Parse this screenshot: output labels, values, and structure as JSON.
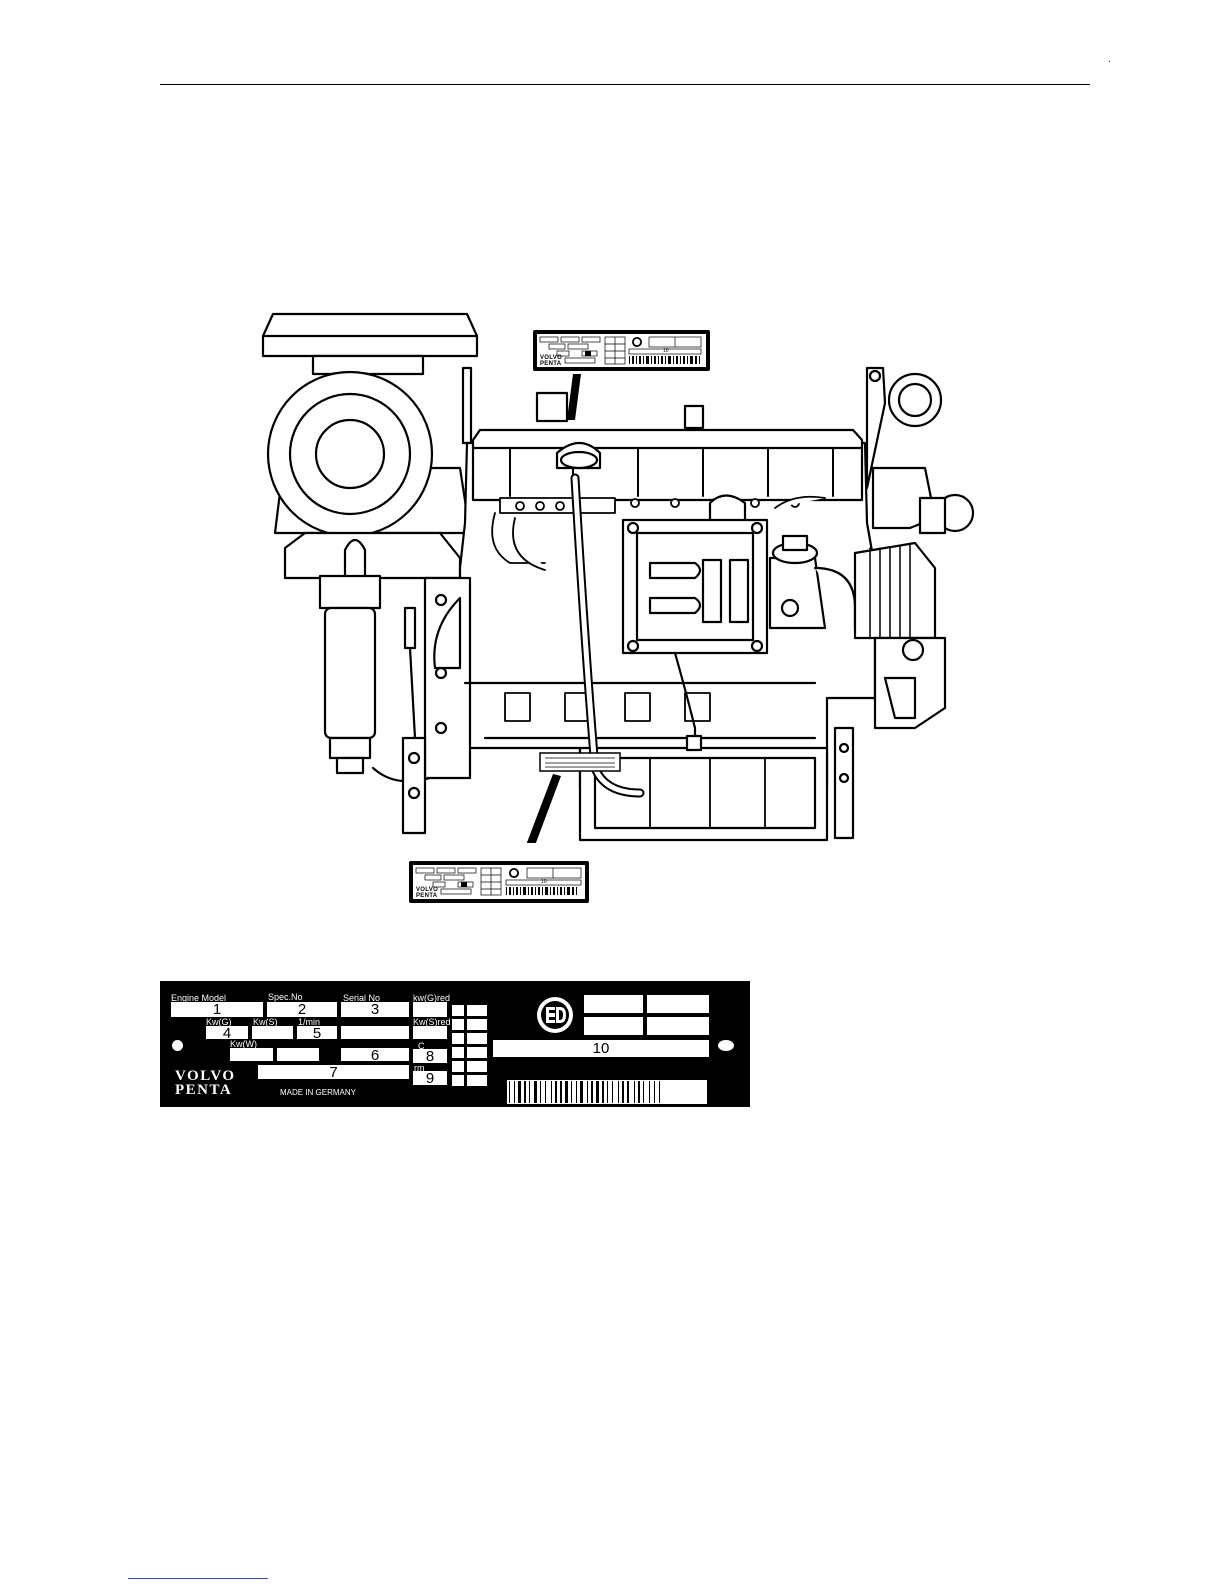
{
  "plate": {
    "brand_line1": "VOLVO",
    "brand_line2": "PENTA",
    "made_in": "MADE IN GERMANY",
    "labels": {
      "engine_model": "Engine Model",
      "spec_no": "Spec.No",
      "serial_no": "Serial No",
      "kw_g_red": "kw(G)red",
      "kw_g": "Kw(G)",
      "kw_s": "Kw(S)",
      "rpm_min": "1/min",
      "kw_s_red": "Kw(S)red",
      "kw_w": "Kw(W)",
      "c": "C",
      "rm": "rm"
    },
    "fields": {
      "f1": "1",
      "f2": "2",
      "f3": "3",
      "f4": "4",
      "f5": "5",
      "f6": "6",
      "f7": "7",
      "f8": "8",
      "f9": "9",
      "f10": "10"
    }
  },
  "mini_plate": {
    "brand_line1": "VOLVO",
    "brand_line2": "PENTA",
    "field10": "10"
  }
}
